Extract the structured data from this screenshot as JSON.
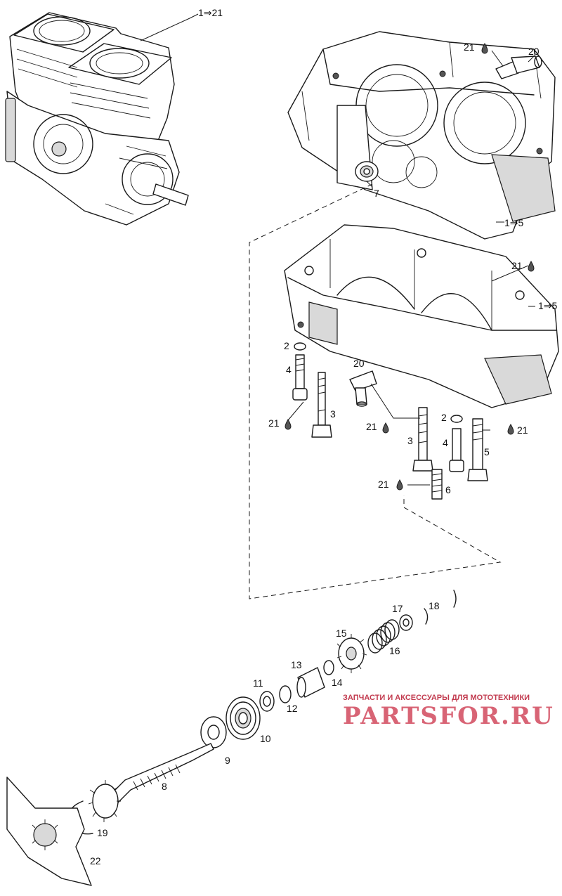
{
  "labels": {
    "l1": "1⇒21",
    "l2": "21",
    "l3": "20",
    "l4": "7",
    "l5": "1⇒5",
    "l6": "21",
    "l7": "1⇒5",
    "l8": "2",
    "l9": "4",
    "l10": "20",
    "l11": "21",
    "l12": "3",
    "l13": "21",
    "l14": "2",
    "l15": "4",
    "l16": "3",
    "l17": "5",
    "l18": "21",
    "l19": "21",
    "l20": "6",
    "l21": "17",
    "l22": "18",
    "l23": "15",
    "l24": "16",
    "l25": "13",
    "l26": "11",
    "l27": "14",
    "l28": "12",
    "l29": "10",
    "l30": "9",
    "l31": "8",
    "l32": "19",
    "l33": "22"
  },
  "watermark": {
    "tagline": "ЗАПЧАСТИ И АКСЕССУАРЫ ДЛЯ МОТОТЕХНИКИ",
    "brand": "PARTSFOR.RU"
  }
}
